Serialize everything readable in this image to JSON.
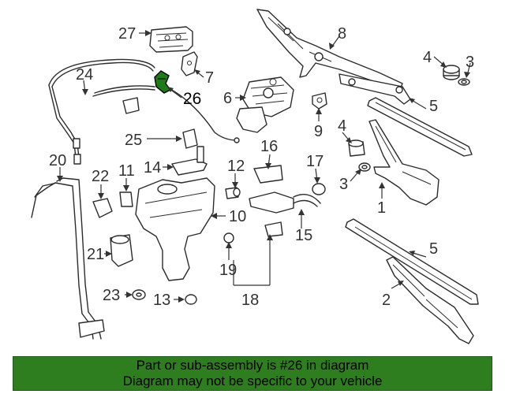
{
  "diagram": {
    "callouts": [
      {
        "id": "c27",
        "label": "27"
      },
      {
        "id": "c8",
        "label": "8"
      },
      {
        "id": "c4a",
        "label": "4"
      },
      {
        "id": "c3a",
        "label": "3"
      },
      {
        "id": "c7",
        "label": "7"
      },
      {
        "id": "c24",
        "label": "24"
      },
      {
        "id": "c26",
        "label": "26",
        "highlighted": true
      },
      {
        "id": "c6",
        "label": "6"
      },
      {
        "id": "c5a",
        "label": "5"
      },
      {
        "id": "c9",
        "label": "9"
      },
      {
        "id": "c4b",
        "label": "4"
      },
      {
        "id": "c25",
        "label": "25"
      },
      {
        "id": "c16",
        "label": "16"
      },
      {
        "id": "c20",
        "label": "20"
      },
      {
        "id": "c14",
        "label": "14"
      },
      {
        "id": "c17",
        "label": "17"
      },
      {
        "id": "c3b",
        "label": "3"
      },
      {
        "id": "c22",
        "label": "22"
      },
      {
        "id": "c11",
        "label": "11"
      },
      {
        "id": "c12",
        "label": "12"
      },
      {
        "id": "c1",
        "label": "1"
      },
      {
        "id": "c10",
        "label": "10"
      },
      {
        "id": "c15",
        "label": "15"
      },
      {
        "id": "c5b",
        "label": "5"
      },
      {
        "id": "c21",
        "label": "21"
      },
      {
        "id": "c19",
        "label": "19"
      },
      {
        "id": "c23",
        "label": "23"
      },
      {
        "id": "c13",
        "label": "13"
      },
      {
        "id": "c18",
        "label": "18"
      },
      {
        "id": "c2",
        "label": "2"
      }
    ],
    "highlight_color": "#000000"
  },
  "banner": {
    "line1": "Part or sub-assembly is #26 in diagram",
    "line2": "Diagram may not be specific to your vehicle",
    "background": "#2e7d1e"
  }
}
